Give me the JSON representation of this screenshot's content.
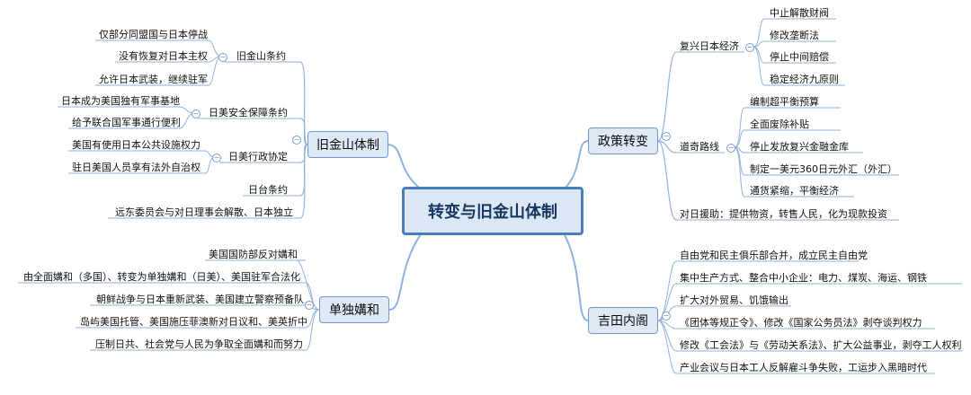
{
  "root": {
    "title": "转变与旧金山体制"
  },
  "branches": {
    "jiujinshan": {
      "label": "旧金山体制",
      "sub": {
        "treaty": {
          "label": "旧金山条约",
          "items": [
            "仅部分同盟国与日本停战",
            "没有恢复对日本主权",
            "允许日本武装，继续驻军"
          ]
        },
        "security": {
          "label": "日美安全保障条约",
          "items": [
            "日本成为美国独有军事基地",
            "给予联合国军事通行便利"
          ]
        },
        "admin": {
          "label": "日美行政协定",
          "items": [
            "美国有使用日本公共设施权力",
            "驻日美国人员享有法外自治权"
          ]
        },
        "taiwan": {
          "label": "日台条约"
        },
        "fareast": {
          "label": "远东委员会与对日理事会解散、日本独立"
        }
      }
    },
    "dandu": {
      "label": "单独媾和",
      "items": [
        "美国国防部反对媾和",
        "由全面媾和（多国）、转变为单独媾和（日美）、美国驻军合法化",
        "朝鲜战争与日本重新武装、美国建立警察预备队",
        "岛屿美国托管、美国施压菲澳新对日议和、美英折中",
        "压制日共、社会党与人民为争取全面媾和而努力"
      ]
    },
    "zhengce": {
      "label": "政策转变",
      "sub": {
        "revive": {
          "label": "复兴日本经济",
          "items": [
            "中止解散财阀",
            "修改垄断法",
            "停止中间赔偿",
            "稳定经济九原则"
          ]
        },
        "dodge": {
          "label": "道奇路线",
          "items": [
            "编制超平衡预算",
            "全面废除补贴",
            "停止发放复兴金融金库",
            "制定一美元360日元外汇（外汇）",
            "通货紧缩，平衡经济"
          ]
        },
        "aid": {
          "label": "对日援助：提供物资，转售人民，化为现款投资"
        }
      }
    },
    "yoshida": {
      "label": "吉田内阁",
      "items": [
        "自由党和民主俱乐部合并，成立民主自由党",
        "集中生产方式、整合中小企业：电力、煤炭、海运、钢铁",
        "扩大对外贸易、饥饿输出",
        "《团体等规正令》、修改《国家公务员法》剥夺谈判权力",
        "修改《工会法》与《劳动关系法》、扩大公益事业，剥夺工人权利",
        "产业会议与日本工人反解雇斗争失败，工运步入黑暗时代"
      ]
    }
  },
  "colors": {
    "line": "#8fb2dc",
    "root_border": "#4a7ebb",
    "root_fill": "#dbe7f5",
    "main_fill": "#dfe9f6",
    "main_border": "#6d9ad3"
  }
}
